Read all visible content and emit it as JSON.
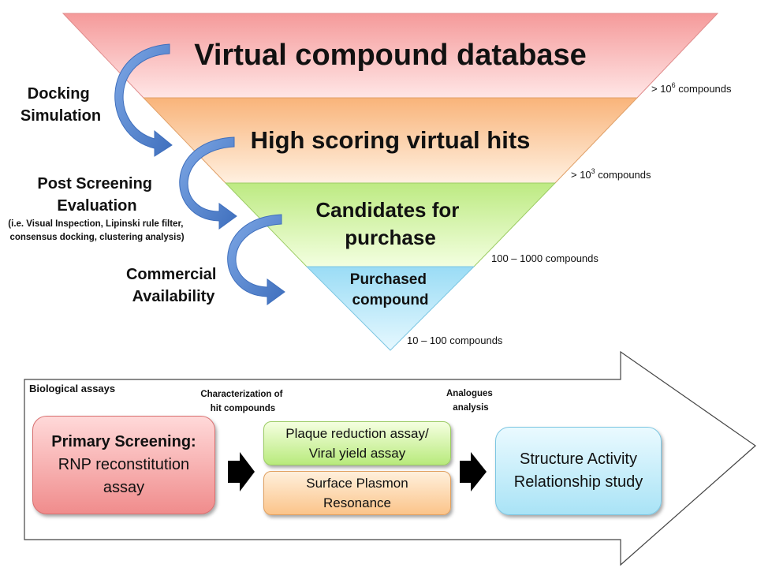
{
  "funnel": {
    "levels": [
      {
        "label_lines": [
          "Virtual compound database"
        ],
        "count_prefix": "> 10",
        "count_sup": "6",
        "count_suffix": " compounds",
        "color": "#f6a3a3"
      },
      {
        "label_lines": [
          "High scoring virtual hits"
        ],
        "count_prefix": "> 10",
        "count_sup": "3",
        "count_suffix": " compounds",
        "color": "#fbbf8a"
      },
      {
        "label_lines": [
          "Candidates for",
          "purchase"
        ],
        "count_prefix": "100 – 1000 ",
        "count_sup": "",
        "count_suffix": "compounds",
        "color": "#c6ee90"
      },
      {
        "label_lines": [
          "Purchased",
          "compound"
        ],
        "count_prefix": "10 – 100 ",
        "count_sup": "",
        "count_suffix": "compounds",
        "color": "#a9e1f6"
      }
    ]
  },
  "steps": [
    {
      "title_lines": [
        "Docking",
        "Simulation"
      ],
      "note_lines": []
    },
    {
      "title_lines": [
        "Post Screening",
        "Evaluation"
      ],
      "note_lines": [
        "(i.e. Visual Inspection, Lipinski rule filter,",
        "consensus docking, clustering analysis)"
      ]
    },
    {
      "title_lines": [
        "Commercial",
        "Availability"
      ],
      "note_lines": []
    }
  ],
  "assays": {
    "section_label": "Biological assays",
    "characterization_lines": [
      "Characterization of",
      "hit compounds"
    ],
    "analogues_lines": [
      "Analogues",
      "analysis"
    ],
    "primary_heading": "Primary Screening:",
    "primary_lines": [
      "RNP reconstitution",
      "assay"
    ],
    "plaque_lines": [
      "Plaque reduction assay/",
      "Viral yield assay"
    ],
    "spr_lines": [
      "Surface Plasmon",
      "Resonance"
    ],
    "sar_lines": [
      "Structure Activity",
      "Relationship study"
    ]
  },
  "colors": {
    "arrow_blue": "#4a7fcb",
    "funnel_red": "#f6a3a3",
    "funnel_orange": "#fbbf8a",
    "funnel_green": "#c6ee90",
    "funnel_blue": "#a9e1f6"
  }
}
